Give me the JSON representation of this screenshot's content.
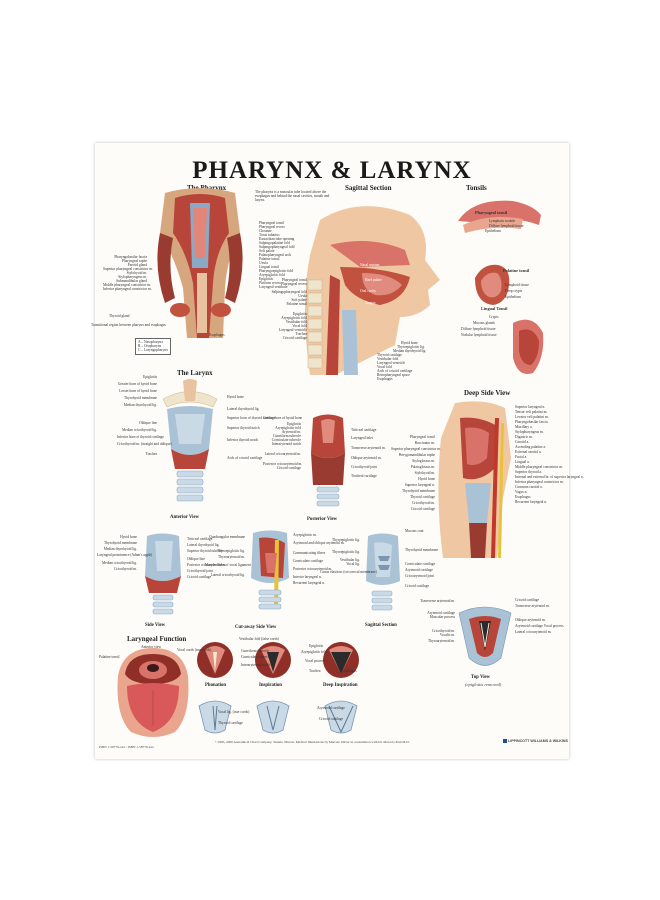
{
  "title": "PHARYNX & LARYNX",
  "sections": {
    "pharynx": {
      "title": "The Pharynx",
      "subtitle": "(posterior view)"
    },
    "sagittal": {
      "title": "Sagittal Section"
    },
    "tonsils": {
      "title": "Tonsils"
    },
    "larynx": {
      "title": "The Larynx"
    },
    "deep_side": {
      "title": "Deep Side View"
    },
    "function": {
      "title": "Laryngeal Function"
    }
  },
  "intro_text": "The pharynx is a muscular tube located above the esophagus and behind the nasal cavities, mouth and larynx.",
  "legend": [
    "A – Nasopharynx",
    "B – Oropharynx",
    "C – Laryngopharynx"
  ],
  "pharynx_labels_left": [
    "Pharyngobasilar fascia",
    "Pharyngeal raphe",
    "Parotid gland",
    "Superior pharyngeal constrictor m.",
    "Stylohyoid m.",
    "Stylopharyngeus m.",
    "Submandibular gland",
    "Middle pharyngeal constrictor m.",
    "Inferior pharyngeal constrictor m.",
    "Thyroid gland",
    "Transitional region between pharynx and esophagus"
  ],
  "pharynx_labels_right": [
    "Pharyngeal tonsil",
    "Pharyngeal recess",
    "Choanae",
    "Torus tubarius",
    "Eustachian tube opening",
    "Salpingopalatine fold",
    "Salpingopharyngeal fold",
    "Soft palate",
    "Palatopharyngeal arch",
    "Palatine tonsil",
    "Uvula",
    "Lingual tonsil",
    "Pharyngoepiglottic fold",
    "Aryepiglottic fold",
    "Epiglottis",
    "Piriform recess",
    "Laryngeal vestibule",
    "Esophagus"
  ],
  "sagittal_labels_left": [
    "Pharyngeal tonsil",
    "Pharyngeal recess",
    "Salpingopharyngeal fold",
    "Uvula",
    "Soft palate",
    "Palatine tonsil",
    "Epiglottis",
    "Aryepiglottic fold",
    "Vestibular fold",
    "Vocal fold",
    "Laryngeal ventricle",
    "Trachea",
    "Cricoid cartilage"
  ],
  "sagittal_labels_right": [
    "Hyoid bone",
    "Thyroepiglottic lig.",
    "Median thyrohyoid lig.",
    "Thyroid cartilage",
    "Vestibular fold",
    "Laryngeal ventricle",
    "Vocal fold",
    "Arch of cricoid cartilage",
    "Retropharyngeal space",
    "Esophagus"
  ],
  "sagittal_mid_labels": [
    "Nasal septum",
    "Hard palate",
    "Oral cavity",
    "Tongue"
  ],
  "tonsil_parts": [
    {
      "title": "Pharyngeal tonsil",
      "labels": [
        "Lymphatic nodule",
        "Diffuse lymphoid tissue",
        "Epithelium"
      ]
    },
    {
      "title": "Palatine tonsil",
      "labels": [
        "Lymphoid tissue",
        "Deep crypts",
        "Epithelium"
      ]
    },
    {
      "title": "Lingual Tonsil",
      "labels": [
        "Crypts",
        "Mucous glands",
        "Diffuse lymphoid tissue",
        "Nodular lymphoid tissue"
      ]
    }
  ],
  "larynx_anterior_left": [
    "Epiglottis",
    "Greater horn of hyoid bone",
    "Lesser horn of hyoid bone",
    "Thyrohyoid membrane",
    "Median thyrohyoid lig.",
    "Oblique line",
    "Median cricothyroid lig.",
    "Inferior horn of thyroid cartilage",
    "Cricothyroid m. (straight and oblique)",
    "Trachea"
  ],
  "larynx_anterior_right": [
    "Hyoid bone",
    "Lateral thyrohyoid lig.",
    "Superior horn of thyroid cartilage",
    "Superior thyroid notch",
    "Inferior thyroid notch",
    "Arch of cricoid cartilage"
  ],
  "larynx_posterior_left": [
    "Greater horn of hyoid bone",
    "Epiglottis",
    "Aryepiglottic fold",
    "Arytenoid m.",
    "Cuneiform tubercle",
    "Corniculate tubercle",
    "Interarytenoid notch",
    "Lateral cricoarytenoid m.",
    "Posterior cricoarytenoid m.",
    "Cricoid cartilage"
  ],
  "larynx_posterior_right": [
    "Triticeal cartilage",
    "Laryngeal inlet",
    "Transverse arytenoid m.",
    "Oblique arytenoid m.",
    "Cricothyroid joint",
    "Tracheal cartilage"
  ],
  "side_view_left": [
    "Hyoid bone",
    "Thyrohyoid membrane",
    "Median thyrohyoid lig.",
    "Laryngeal prominence (Adam's apple)",
    "Median cricothyroid lig.",
    "Cricothyroid m."
  ],
  "side_view_right": [
    "Triticeal cartilage",
    "Lateral thyrohyoid lig.",
    "Superior thyroid tubercle",
    "Oblique line",
    "Posterior cricoarytenoid m.",
    "Cricothyroid joint",
    "Cricoid cartilage"
  ],
  "cutaway_left": [
    "Quadrangular membrane",
    "Thyroepiglottic lig.",
    "Thyroarytenoid m.",
    "Muscle fibers of vocal ligament",
    "Lateral cricothyroid lig."
  ],
  "cutaway_right": [
    "Aryepiglottic m.",
    "Arytenoid and oblique arytenoid m.",
    "Communicating fibers",
    "Corniculate cartilage",
    "Posterior cricoarytenoid m.",
    "Interior laryngeal n.",
    "Recurrent laryngeal n."
  ],
  "sagittal_small_left": [
    "Thyroepiglottic lig.",
    "Thyroepiglottic lig.",
    "Vestibular lig.",
    "Vocal lig.",
    "Conus elasticus (cricovocal membrane)"
  ],
  "sagittal_small_right": [
    "Thyrohyoid membrane",
    "Corniculate cartilage",
    "Arytenoid cartilage",
    "Cricoarytenoid joint",
    "Cricoid cartilage"
  ],
  "deep_side_left": [
    "Pharyngeal tonsil",
    "Buccinator m.",
    "Superior pharyngeal constrictor m.",
    "Pterygomandibular raphe",
    "Styloglossus m.",
    "Palatoglossus m.",
    "Stylohyoid m.",
    "Hyoid bone",
    "Superior laryngeal n.",
    "Thyrohyoid membrane",
    "Thyroid cartilage",
    "Cricothyroid m.",
    "Cricoid cartilage",
    "Mucous coat"
  ],
  "deep_side_right": [
    "Superior laryngeal n.",
    "Tensor veli palatini m.",
    "Levator veli palatini m.",
    "Pharyngobasilar fascia",
    "Maxillary a.",
    "Stylopharyngeus m.",
    "Digastric m.",
    "Carotid a.",
    "Ascending palatine a.",
    "External carotid a.",
    "Facial a.",
    "Lingual a.",
    "Middle pharyngeal constrictor m.",
    "Superior thyroid a.",
    "Internal and external br. of superior laryngeal n.",
    "Inferior pharyngeal constrictor m.",
    "Common carotid a.",
    "Vagus n.",
    "Esophagus",
    "Recurrent laryngeal n."
  ],
  "top_view_left": [
    "Transverse arytenoid m.",
    "Arytenoid cartilage",
    "Muscular process",
    "Cricothyroid m.",
    "Vocalis m.",
    "Thyroarytenoid m."
  ],
  "top_view_right": [
    "Cricoid cartilage",
    "Transverse arytenoid m.",
    "Oblique arytenoid m.",
    "Arytenoid cartilage Vocal process",
    "Lateral cricoarytenoid m."
  ],
  "function_labels": [
    "Anterior view",
    "Vocal cords (true cords)",
    "Palatine tonsil",
    "Vestibular fold (false cords)",
    "Cuneiform tubercle",
    "Corniculate tubercle",
    "Interarytenoid notch",
    "Epiglottis",
    "Aryepiglottic fold",
    "Vocal process",
    "Trachea",
    "Esophagus",
    "Vocal lig. (true cords)",
    "Thyroid cartilage",
    "Arytenoid cartilage",
    "Cricoid cartilage"
  ],
  "captions": {
    "anterior_view": "Anterior View",
    "posterior_view": "Posterior View",
    "side_view": "Side View",
    "cutaway": "Cut-away Side View",
    "sagittal_section": "Sagittal Section",
    "top_view": "Top View",
    "top_view_sub": "(epiglottis removed)",
    "phonation": "Phonation",
    "inspiration": "Inspiration",
    "deep_inspiration": "Deep Inspiration"
  },
  "footer": "©1995, 2000 Anatomical Chart Company, Skokie, Illinois. Medical Illustrations by Marcelo Oliver in consultation with Dr. Marcelo Paul M.D.",
  "footer_small": "ISBN 1-58779-xxx / ISBN 1-58779-xxx",
  "publisher": "LIPPINCOTT WILLIAMS & WILKINS",
  "colors": {
    "muscle": "#b8453a",
    "cartilage": "#a9c2d6",
    "skin": "#f0c7a3",
    "mucosa": "#d9736a",
    "bone": "#efe4cc"
  }
}
